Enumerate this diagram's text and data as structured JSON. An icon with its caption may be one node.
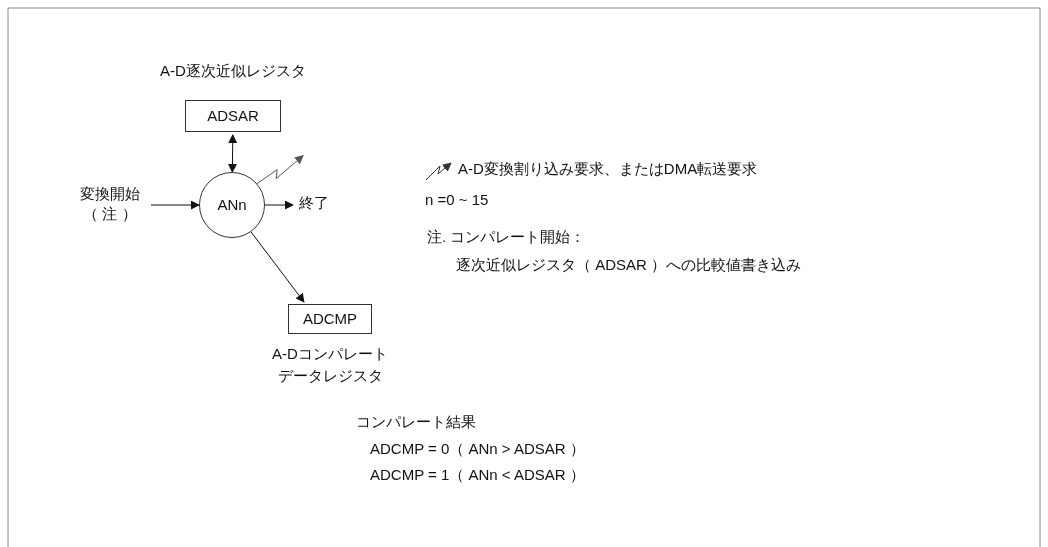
{
  "diagram": {
    "nodes": [
      {
        "text": [
          "ADSAR"
        ],
        "beside": [
          "A-D逐次近似レジスタ"
        ]
      },
      {
        "text": [
          "ANn"
        ]
      },
      {
        "text": [
          "変換開始",
          "（ 注 ）"
        ]
      },
      {
        "text": [
          "終了"
        ]
      },
      {
        "text": [
          "ADCMP"
        ],
        "beside": [
          "A-Dコンパレートデータレジスタ"
        ]
      }
    ],
    "edges": [
      {
        "from": 0,
        "to": 1,
        "arrow": "both"
      },
      {
        "from": 2,
        "to": 1,
        "arrow": "to"
      },
      {
        "from": 1,
        "to": 3,
        "arrow": "to"
      },
      {
        "from": 1,
        "to": 4,
        "arrow": "to"
      },
      {
        "from": 1,
        "to": null,
        "arrow": "to",
        "color": "#555555"
      }
    ],
    "labels": [
      "A-D変換割り込み要求、またはDMA転送要求",
      "n =0 ~ 15",
      "注.  コンパレート開始：",
      "逐次近似レジスタ（ ADSAR ）への比較値書き込み",
      "コンパレート結果",
      "ADCMP = 0（ ANn > ADSAR ）",
      "ADCMP = 1（ ANn < ADSAR ）"
    ]
  }
}
